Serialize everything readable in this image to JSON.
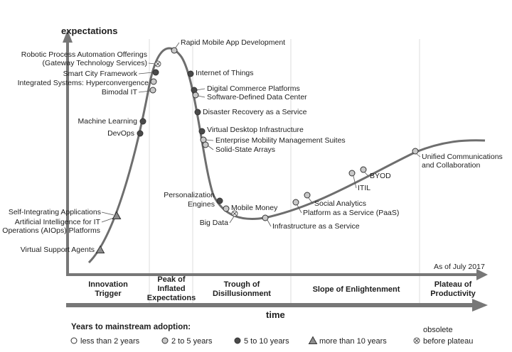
{
  "chart_data": {
    "type": "scatter",
    "ylabel": "expectations",
    "xlabel": "time",
    "as_of": "As of July 2017",
    "colors": {
      "less than 2 years": "#ffffff",
      "2 to 5 years": "#c8c8c8",
      "5 to 10 years": "#4a4a4a",
      "more than 10 years": "#8c8c8c",
      "obsolete before plateau": "#ffffff"
    },
    "phases": [
      {
        "lines": [
          "Innovation",
          "Trigger"
        ]
      },
      {
        "lines": [
          "Peak of",
          "Inflated",
          "Expectations"
        ]
      },
      {
        "lines": [
          "Trough of",
          "Disillusionment"
        ]
      },
      {
        "lines": [
          "Slope of Enlightenment"
        ]
      },
      {
        "lines": [
          "Plateau of",
          "Productivity"
        ]
      }
    ],
    "points": [
      {
        "label": [
          "Virtual Support Agents"
        ],
        "category": "more than 10 years"
      },
      {
        "label": [
          "Artificial Intelligence for IT",
          "Operations (AIOps) Platforms"
        ],
        "category": "more than 10 years"
      },
      {
        "label": [
          "Self-Integrating Applications"
        ],
        "category": "more than 10 years"
      },
      {
        "label": [
          "DevOps"
        ],
        "category": "5 to 10 years"
      },
      {
        "label": [
          "Machine Learning"
        ],
        "category": "5 to 10 years"
      },
      {
        "label": [
          "Bimodal IT"
        ],
        "category": "2 to 5 years"
      },
      {
        "label": [
          "Integrated Systems: Hyperconvergence"
        ],
        "category": "2 to 5 years"
      },
      {
        "label": [
          "Smart City Framework"
        ],
        "category": "5 to 10 years"
      },
      {
        "label": [
          "Robotic Process Automation Offerings",
          "(Gateway Technology Services)"
        ],
        "category": "obsolete before plateau"
      },
      {
        "label": [
          "Rapid Mobile App Development"
        ],
        "category": "2 to 5 years"
      },
      {
        "label": [
          "Internet of Things"
        ],
        "category": "5 to 10 years"
      },
      {
        "label": [
          "Digital Commerce Platforms"
        ],
        "category": "5 to 10 years"
      },
      {
        "label": [
          "Software-Defined Data Center"
        ],
        "category": "2 to 5 years"
      },
      {
        "label": [
          "Disaster Recovery as a Service"
        ],
        "category": "5 to 10 years"
      },
      {
        "label": [
          "Virtual Desktop Infrastructure"
        ],
        "category": "5 to 10 years"
      },
      {
        "label": [
          "Enterprise Mobility Management Suites"
        ],
        "category": "2 to 5 years"
      },
      {
        "label": [
          "Solid-State Arrays"
        ],
        "category": "2 to 5 years"
      },
      {
        "label": [
          "Personalization",
          "Engines"
        ],
        "category": "5 to 10 years"
      },
      {
        "label": [
          "Mobile Money"
        ],
        "category": "2 to 5 years"
      },
      {
        "label": [
          "Big Data"
        ],
        "category": "obsolete before plateau"
      },
      {
        "label": [
          "Infrastructure as a Service"
        ],
        "category": "2 to 5 years"
      },
      {
        "label": [
          "Platform as a Service (PaaS)"
        ],
        "category": "2 to 5 years"
      },
      {
        "label": [
          "Social Analytics"
        ],
        "category": "2 to 5 years"
      },
      {
        "label": [
          "ITIL"
        ],
        "category": "2 to 5 years"
      },
      {
        "label": [
          "BYOD"
        ],
        "category": "2 to 5 years"
      },
      {
        "label": [
          "Unified Communications",
          "and Collaboration"
        ],
        "category": "2 to 5 years"
      }
    ],
    "legend": {
      "title": "Years to mainstream adoption:",
      "items": [
        {
          "label": [
            "less than 2 years"
          ],
          "symbol": "circle",
          "category": "less than 2 years"
        },
        {
          "label": [
            "2 to 5 years"
          ],
          "symbol": "circle",
          "category": "2 to 5 years"
        },
        {
          "label": [
            "5 to 10 years"
          ],
          "symbol": "circle",
          "category": "5 to 10 years"
        },
        {
          "label": [
            "more than 10 years"
          ],
          "symbol": "triangle",
          "category": "more than 10 years"
        },
        {
          "label": [
            "obsolete",
            "before plateau"
          ],
          "symbol": "crossed-circle",
          "category": "obsolete before plateau"
        }
      ]
    }
  }
}
